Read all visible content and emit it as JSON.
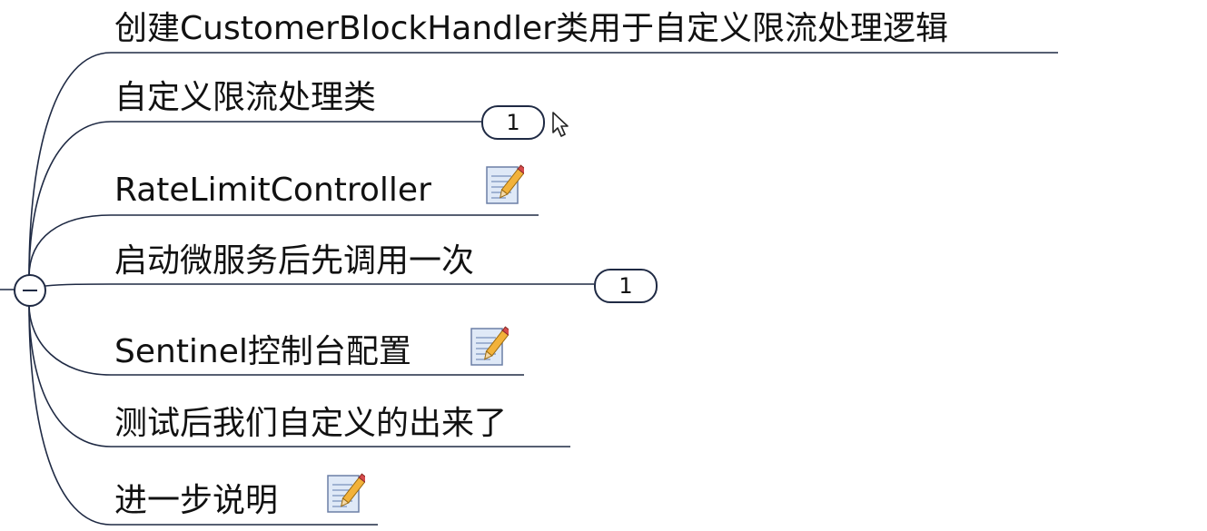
{
  "mindmap": {
    "collapse_symbol": "minus",
    "line_color": "#1f2a44",
    "nodes": [
      {
        "label": "创建CustomerBlockHandler类用于自定义限流处理逻辑",
        "has_note": false,
        "badge": null
      },
      {
        "label": "自定义限流处理类",
        "has_note": false,
        "badge": "1"
      },
      {
        "label": "RateLimitController",
        "has_note": true,
        "badge": null
      },
      {
        "label": "启动微服务后先调用一次",
        "has_note": false,
        "badge": "1"
      },
      {
        "label": "Sentinel控制台配置",
        "has_note": true,
        "badge": null
      },
      {
        "label": "测试后我们自定义的出来了",
        "has_note": false,
        "badge": null
      },
      {
        "label": "进一步说明",
        "has_note": true,
        "badge": null
      }
    ],
    "icons": {
      "note": "note-pencil-icon",
      "cursor": "mouse-pointer-icon"
    }
  }
}
